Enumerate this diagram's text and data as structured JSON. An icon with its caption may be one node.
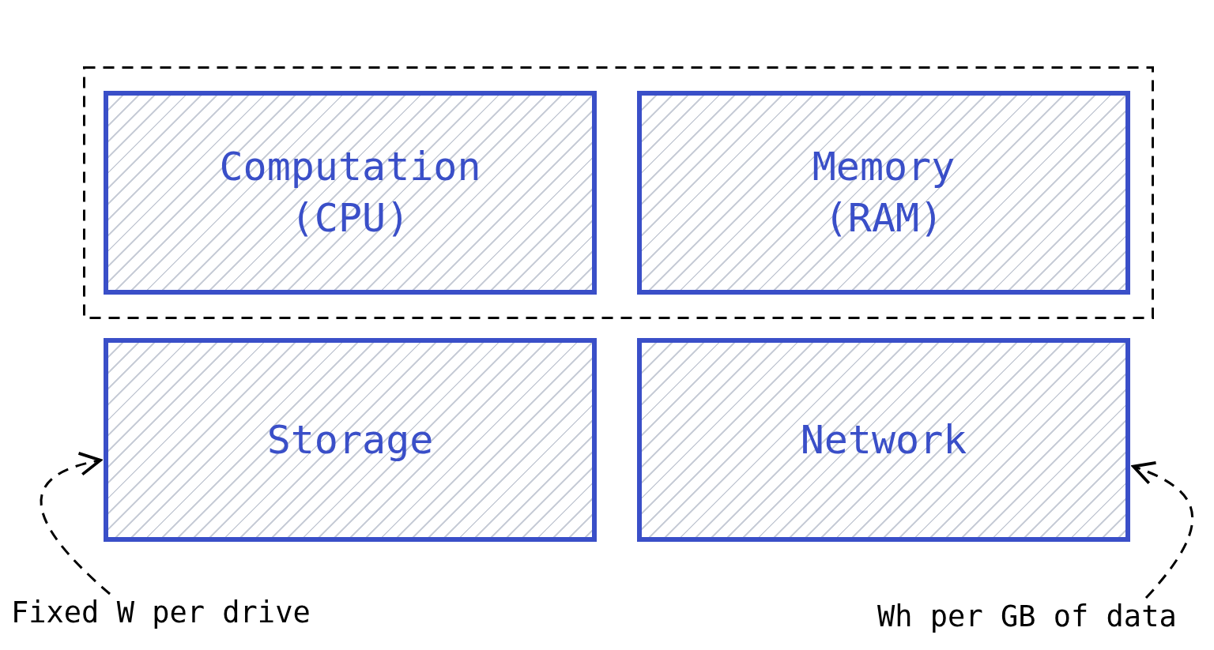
{
  "diagram": {
    "nodes": [
      {
        "text": [],
        "shape": "box"
      },
      {
        "text": [
          "Computation (CPU)"
        ],
        "in": 0
      },
      {
        "text": [
          "Memory (RAM)"
        ],
        "in": 0
      },
      {
        "text": [
          "Storage"
        ]
      },
      {
        "text": [
          "Network"
        ]
      },
      {
        "text": [
          "Fixed W per drive"
        ]
      },
      {
        "text": [
          "Wh per GB of data"
        ]
      }
    ],
    "edges": [
      {
        "from": 5,
        "to": 3,
        "arrow": "to",
        "style": "dashed"
      },
      {
        "from": 6,
        "to": 4,
        "arrow": "to",
        "style": "dashed"
      }
    ]
  }
}
